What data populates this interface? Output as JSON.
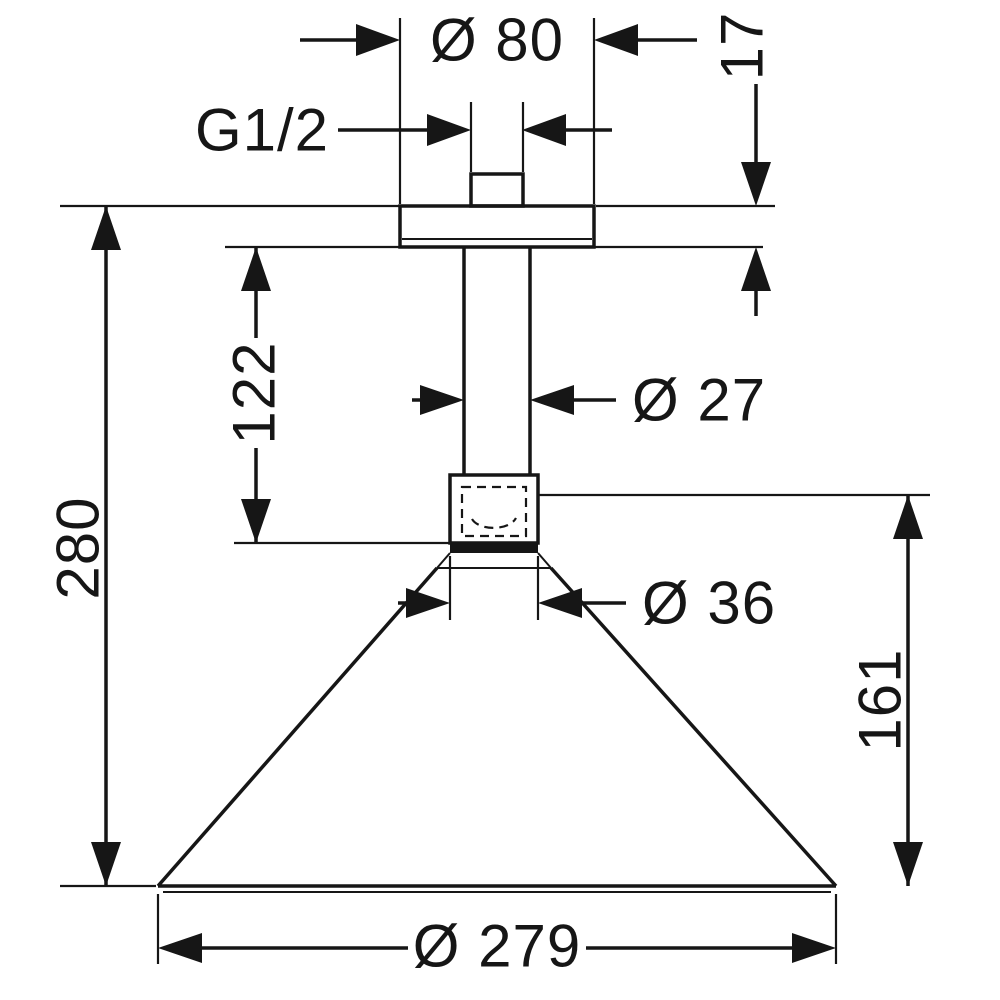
{
  "drawing": {
    "labels": {
      "plate_diameter": "Ø 80",
      "thread_size": "G1/2",
      "plate_thickness": "17",
      "arm_length": "122",
      "arm_diameter": "Ø 27",
      "overall_height": "280",
      "joint_diameter": "Ø 36",
      "head_height": "161",
      "head_diameter": "Ø 279"
    },
    "colors": {
      "line": "#161616",
      "background": "#ffffff"
    }
  }
}
